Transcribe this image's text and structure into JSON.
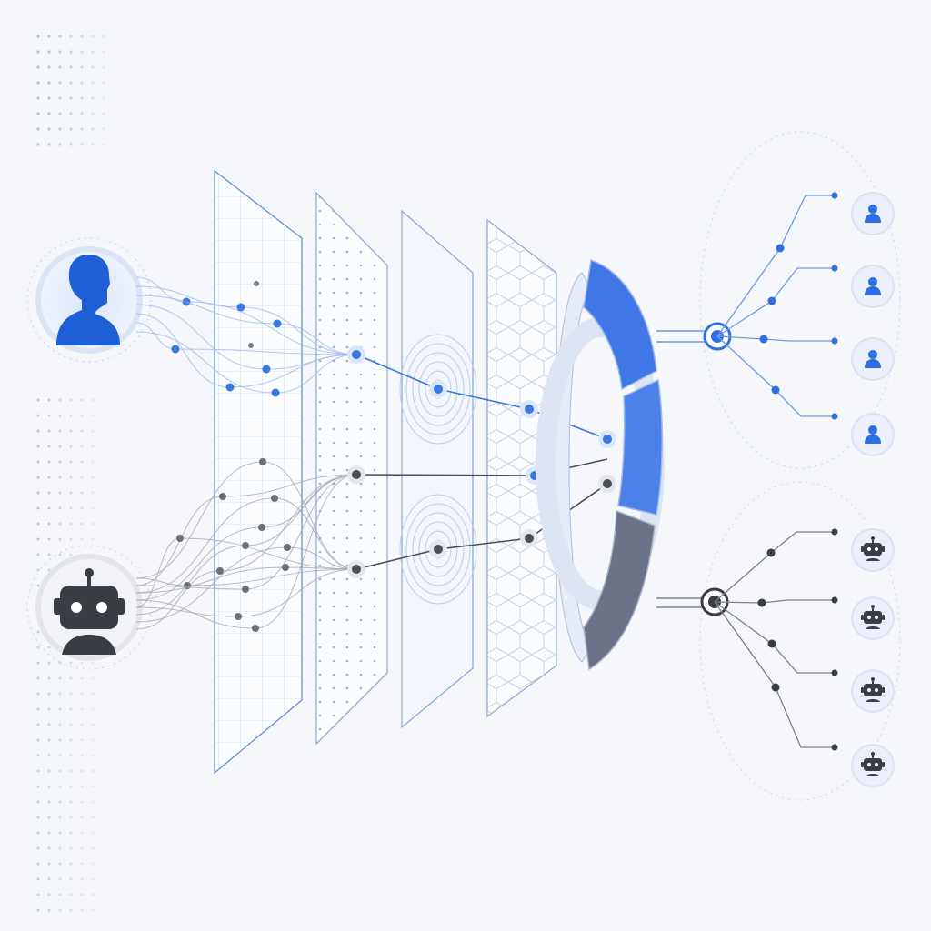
{
  "colors": {
    "background": "#f6f7fa",
    "accent_blue": "#2f6fe0",
    "deep_blue": "#1f5fd6",
    "light_blue": "#c9daf7",
    "pane_stroke": "#6f95d8",
    "gray_dark": "#3a3d44",
    "gray_mid": "#6d7077",
    "gray_light": "#cfd2d8"
  },
  "inputs": [
    {
      "name": "human-input-avatar",
      "icon": "person-icon",
      "color": "#1f5fd6"
    },
    {
      "name": "robot-input-avatar",
      "icon": "robot-icon",
      "color": "#3a3d44"
    }
  ],
  "layers": [
    {
      "name": "layer-grid",
      "pattern": "grid"
    },
    {
      "name": "layer-dots",
      "pattern": "dots"
    },
    {
      "name": "layer-rings",
      "pattern": "concentric-rings"
    },
    {
      "name": "layer-hex",
      "pattern": "hexagons"
    }
  ],
  "ring_segments": [
    {
      "name": "ring-segment-top",
      "color": "#3f78e6"
    },
    {
      "name": "ring-segment-middle",
      "color": "#4a82ea"
    },
    {
      "name": "ring-segment-bottom",
      "color": "#6b7287"
    }
  ],
  "outputs": {
    "humans": {
      "count": 4,
      "icon": "person-icon",
      "color": "#2f6fe0"
    },
    "robots": {
      "count": 4,
      "icon": "robot-icon",
      "color": "#3a3d44"
    }
  }
}
